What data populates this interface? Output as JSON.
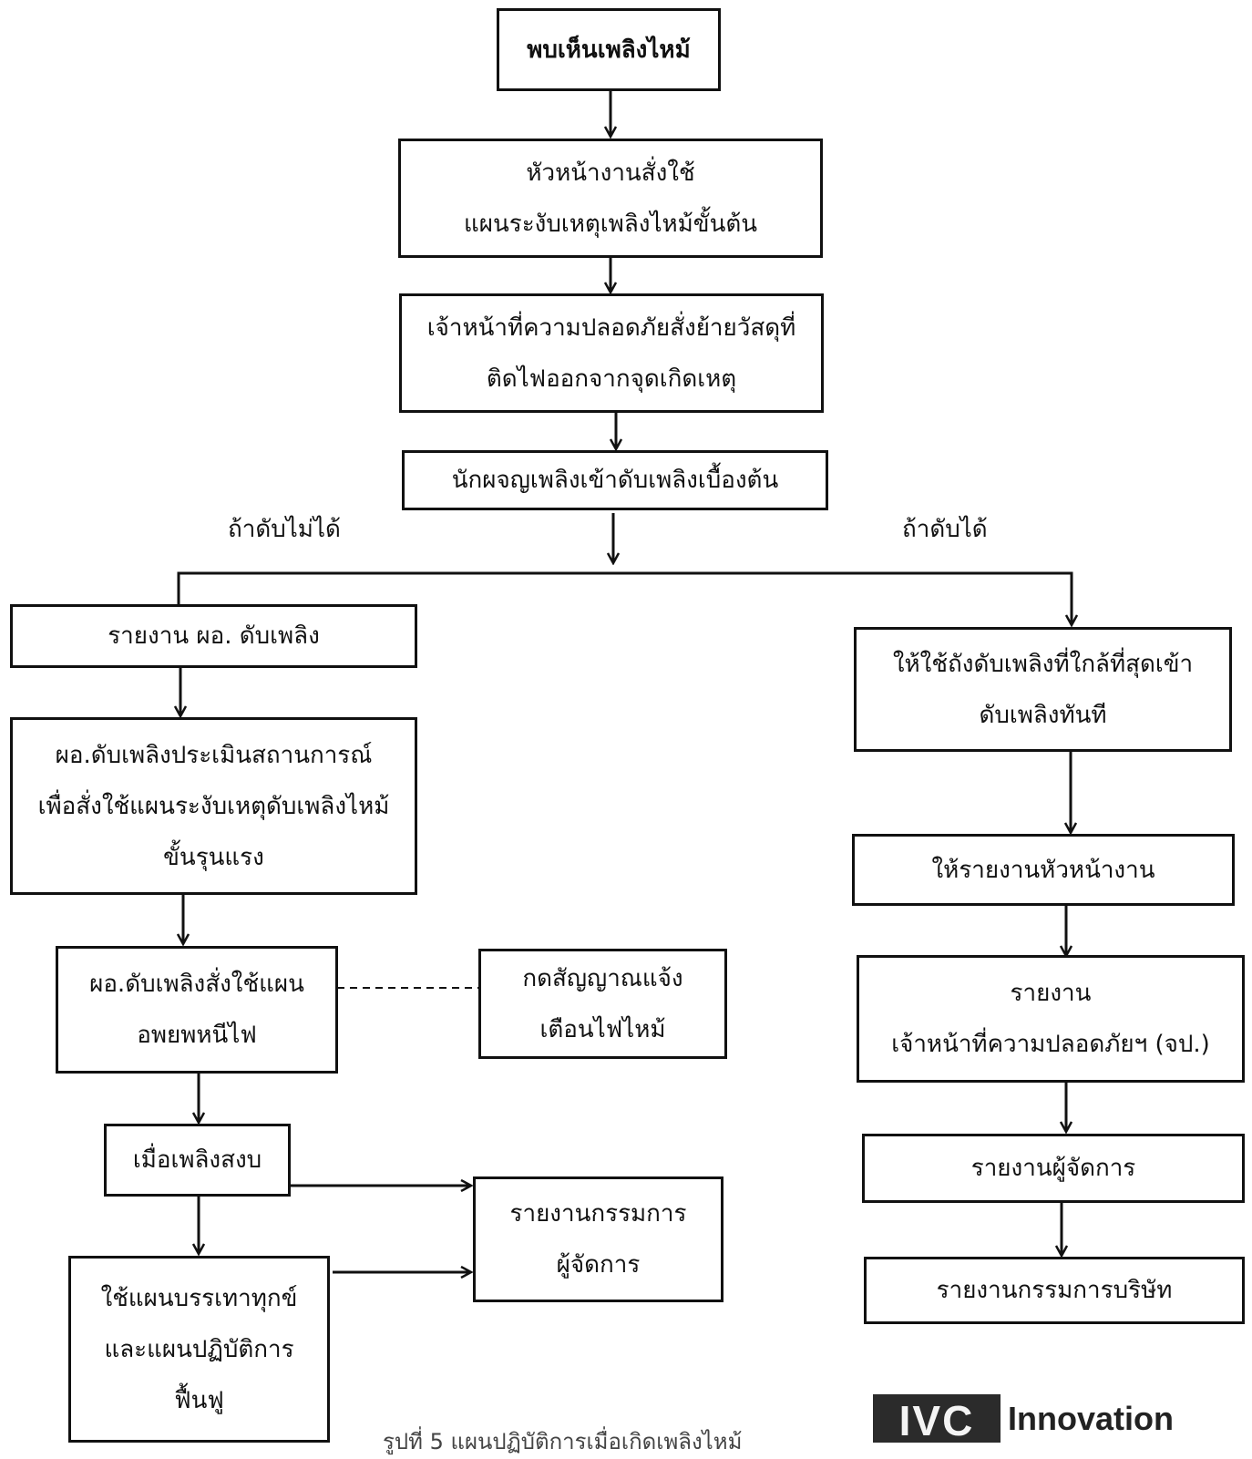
{
  "nodes": {
    "fire_found": [
      "พบเห็นเพลิงไหม้"
    ],
    "supervisor_order": [
      "หัวหน้างานสั่งใช้",
      "แผนระงับเหตุเพลิงไหม้ขั้นต้น"
    ],
    "safety_remove": [
      "เจ้าหน้าที่ความปลอดภัยสั่งย้ายวัสดุที่",
      "ติดไฟออกจากจุดเกิดเหตุ"
    ],
    "firefighter": [
      "นักผจญเพลิงเข้าดับเพลิงเบื้องต้น"
    ],
    "report_director": [
      "รายงาน ผอ. ดับเพลิง"
    ],
    "director_assess": [
      "ผอ.ดับเพลิงประเมินสถานการณ์",
      "เพื่อสั่งใช้แผนระงับเหตุดับเพลิงไหม้",
      "ขั้นรุนแรง"
    ],
    "evacuation": [
      "ผอ.ดับเพลิงสั่งใช้แผน",
      "อพยพหนีไฟ"
    ],
    "alarm": [
      "กดสัญญาณแจ้ง",
      "เตือนไฟไหม้"
    ],
    "fire_calm": [
      "เมื่อเพลิงสงบ"
    ],
    "report_board_manager": [
      "รายงานกรรมการ",
      "ผู้จัดการ"
    ],
    "recovery": [
      "ใช้แผนบรรเทาทุกข์",
      "และแผนปฏิบัติการ",
      "ฟื้นฟู"
    ],
    "use_extinguisher": [
      "ให้ใช้ถังดับเพลิงที่ใกล้ที่สุดเข้า",
      "ดับเพลิงทันที"
    ],
    "report_supervisor": [
      "ให้รายงานหัวหน้างาน"
    ],
    "report_safety": [
      "รายงาน",
      "เจ้าหน้าที่ความปลอดภัยฯ (จป.)"
    ],
    "report_manager": [
      "รายงานผู้จัดการ"
    ],
    "report_board": [
      "รายงานกรรมการบริษัท"
    ]
  },
  "labels": {
    "cannot_extinguish": "ถ้าดับไม่ได้",
    "can_extinguish": "ถ้าดับได้"
  },
  "caption": "รูปที่ 5 แผนปฏิบัติการเมื่อเกิดเพลิงไหม้",
  "logo": {
    "mark": "IVC",
    "text": "Innovation"
  }
}
